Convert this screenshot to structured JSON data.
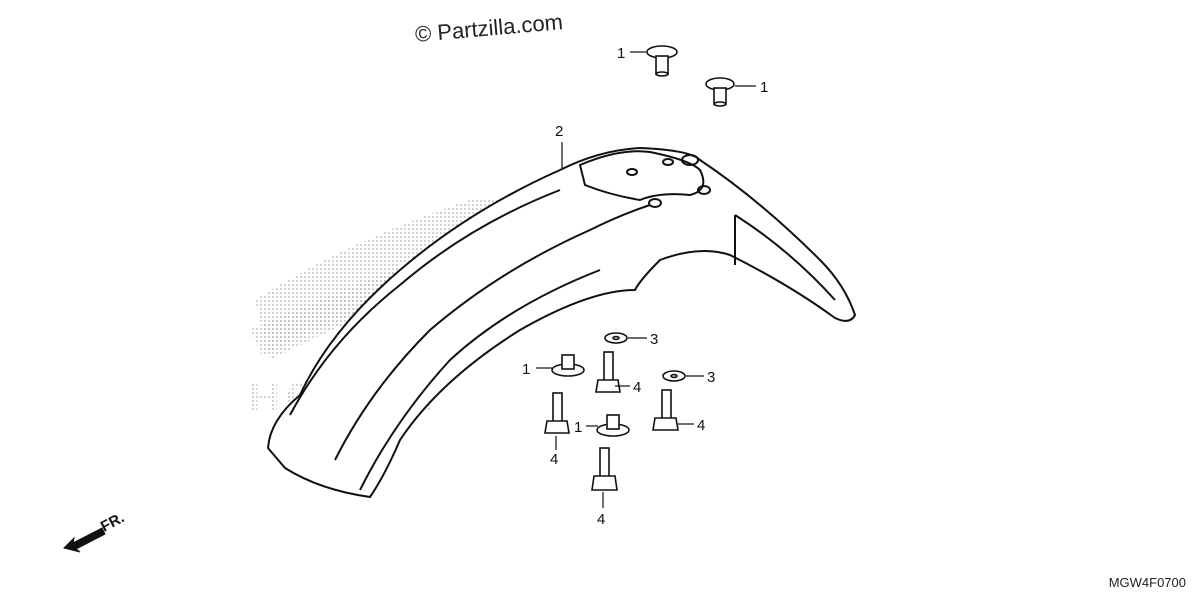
{
  "watermark": "© Partzilla.com",
  "diagram_code": "MGW4F0700",
  "front_label": "FR.",
  "background_logo_text": "HONDA",
  "callouts": {
    "nut_top_left": "1",
    "nut_top_right": "1",
    "fender": "2",
    "washer_upper": "3",
    "washer_right": "3",
    "nut_left": "1",
    "nut_center": "1",
    "bolt_upper": "4",
    "bolt_left": "4",
    "bolt_right": "4",
    "bolt_bottom": "4"
  },
  "colors": {
    "line": "#111111",
    "stipple": "#9a9a9a"
  }
}
